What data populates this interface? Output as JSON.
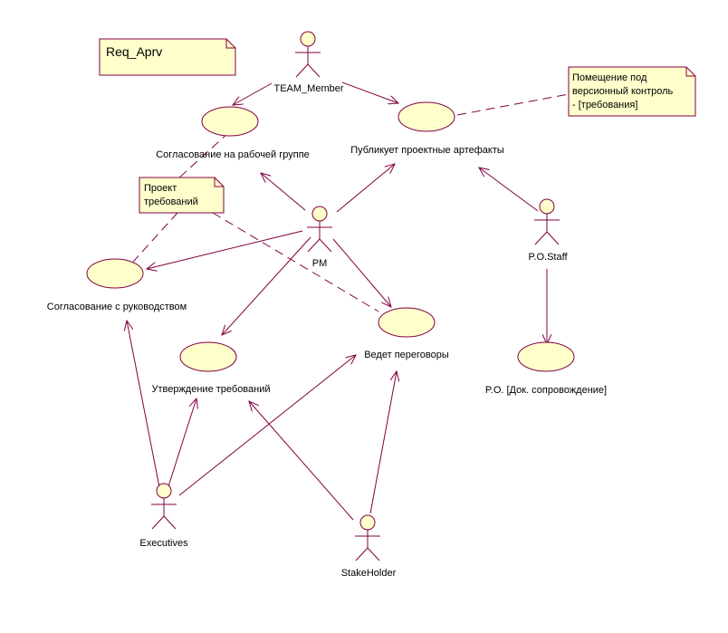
{
  "diagram": {
    "title": "Req_Aprv",
    "colors": {
      "line": "#800040",
      "usecase_fill": "#ffffcc",
      "note_fill": "#ffffcc"
    },
    "actors": {
      "team_member": "TEAM_Member",
      "pm": "PM",
      "po_staff": "P.O.Staff",
      "executives": "Executives",
      "stakeholder": "StakeHolder"
    },
    "usecases": {
      "workgroup": "Согласование на рабочей группе",
      "publish": "Публикует проектные артефакты",
      "management": "Согласование с руководством",
      "negotiate": "Ведет переговоры",
      "approve": "Утверждение требований",
      "po_doc": "P.O. [Док. сопровождение]"
    },
    "notes": {
      "version_control": [
        "Помещение под",
        "версионный контроль",
        "- [требования]"
      ],
      "draft": [
        "Проект",
        "требований"
      ]
    }
  }
}
